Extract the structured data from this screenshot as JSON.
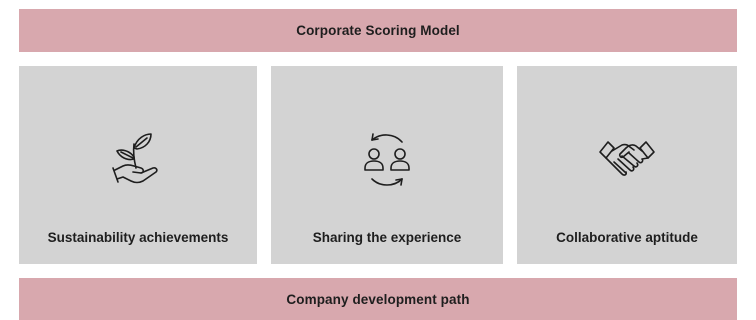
{
  "header": {
    "title": "Corporate Scoring Model"
  },
  "cards": [
    {
      "label": "Sustainability achievements",
      "icon": "plant-in-hand-icon"
    },
    {
      "label": "Sharing the experience",
      "icon": "people-exchange-icon"
    },
    {
      "label": "Collaborative aptitude",
      "icon": "handshake-icon"
    }
  ],
  "footer": {
    "title": "Company development path"
  },
  "colors": {
    "banner": "#d8a8ae",
    "card": "#d3d3d3",
    "text": "#1e1e1e"
  }
}
